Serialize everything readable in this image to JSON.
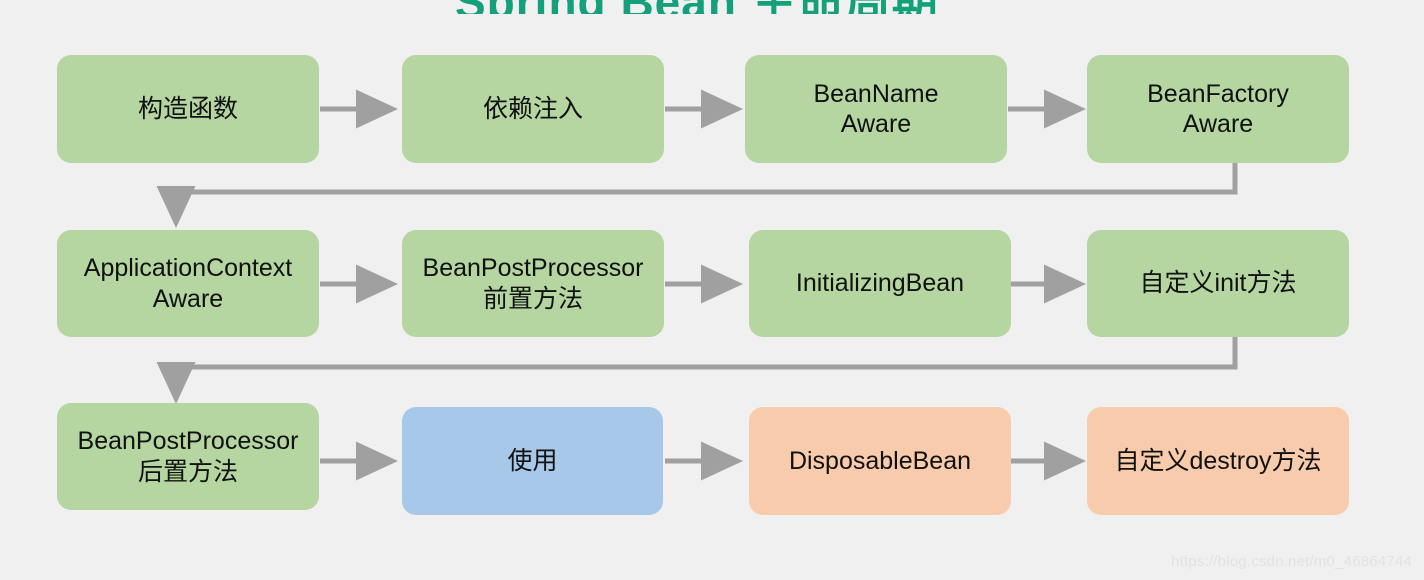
{
  "diagram": {
    "title_partial": "Spring Bean 生命周期",
    "background_color": "#f0f0f0",
    "colors": {
      "green": "#b5d6a0",
      "blue": "#a7c8e8",
      "orange": "#f7cbab",
      "arrow": "#a0a0a0",
      "title": "#14a07a",
      "watermark": "#e2e2e2"
    },
    "rows": [
      {
        "row_label": "row-1-creation",
        "nodes": [
          {
            "id": "constructor",
            "label": "构造函数",
            "color": "green"
          },
          {
            "id": "dependency-injection",
            "label": "依赖注入",
            "color": "green"
          },
          {
            "id": "bean-name-aware",
            "label": "BeanName\nAware",
            "color": "green"
          },
          {
            "id": "bean-factory-aware",
            "label": "BeanFactory\nAware",
            "color": "green"
          }
        ]
      },
      {
        "row_label": "row-2-initialization",
        "nodes": [
          {
            "id": "application-context-aware",
            "label": "ApplicationContext\nAware",
            "color": "green"
          },
          {
            "id": "bpp-before",
            "label": "BeanPostProcessor\n前置方法",
            "color": "green"
          },
          {
            "id": "initializing-bean",
            "label": "InitializingBean",
            "color": "green"
          },
          {
            "id": "custom-init",
            "label": "自定义init方法",
            "color": "green"
          }
        ]
      },
      {
        "row_label": "row-3-usage-destruction",
        "nodes": [
          {
            "id": "bpp-after",
            "label": "BeanPostProcessor\n后置方法",
            "color": "green"
          },
          {
            "id": "in-use",
            "label": "使用",
            "color": "blue"
          },
          {
            "id": "disposable-bean",
            "label": "DisposableBean",
            "color": "orange"
          },
          {
            "id": "custom-destroy",
            "label": "自定义destroy方法",
            "color": "orange"
          }
        ]
      }
    ],
    "watermark": "https://blog.csdn.net/m0_46864744"
  }
}
